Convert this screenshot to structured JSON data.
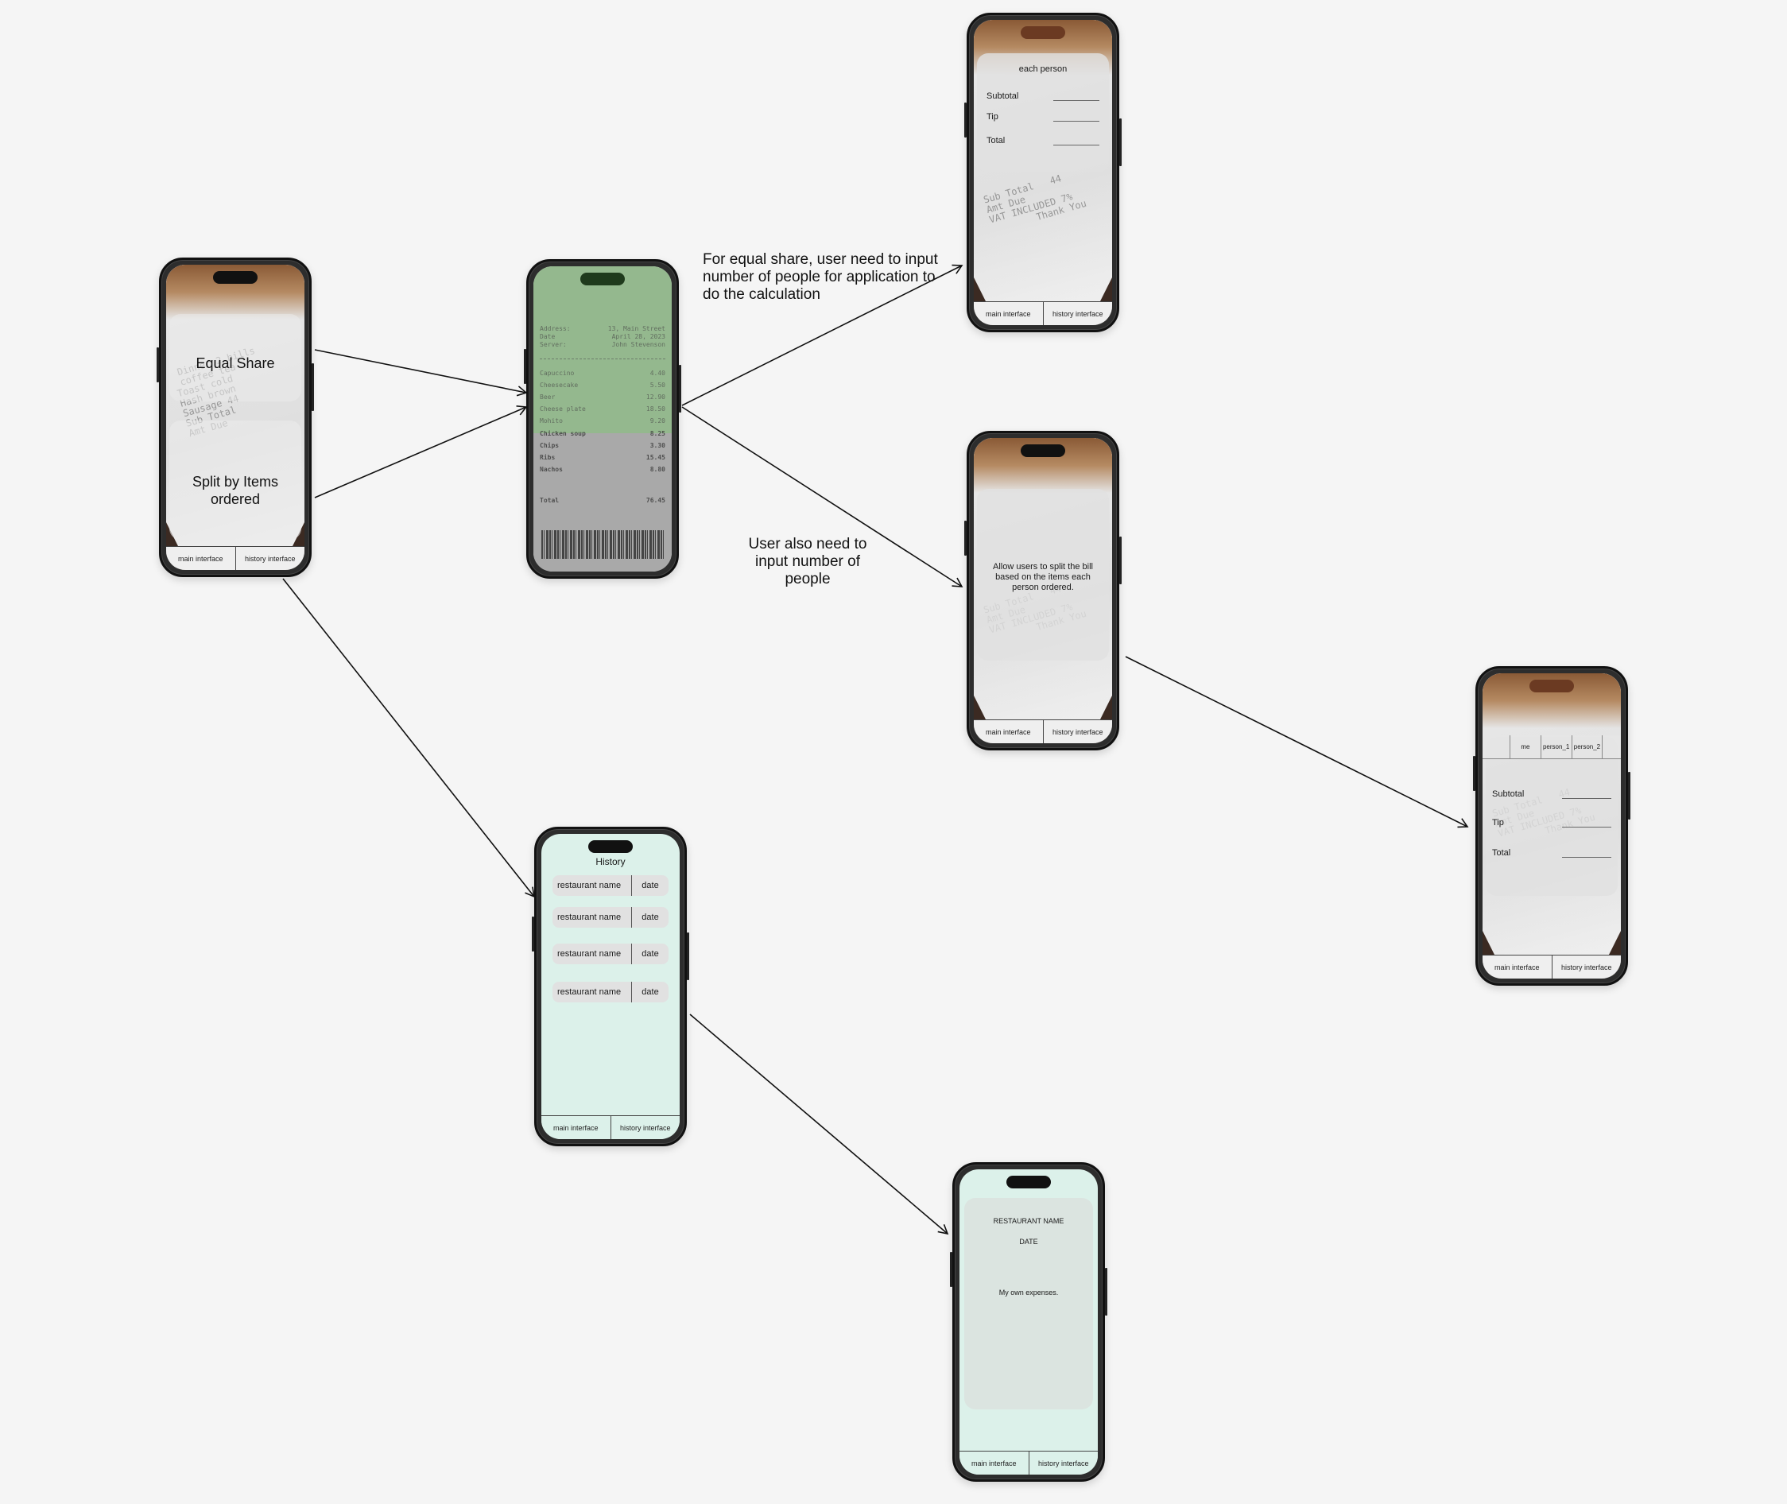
{
  "annotations": {
    "equal_share_note": "For  equal share, user need to input  number of people for application to do the calculation",
    "split_items_note": "User also need to input number of people"
  },
  "tabbar": {
    "main": "main interface",
    "history": "history interface"
  },
  "main_screen": {
    "equal_share": "Equal Share",
    "split_items": "Split by Items ordered"
  },
  "scan_screen": {
    "header_lines": [
      {
        "label": "Address:",
        "value": "13, Main Street"
      },
      {
        "label": "Date",
        "value": "April 28, 2023"
      },
      {
        "label": "Server:",
        "value": "John Stevenson"
      }
    ],
    "items_top": [
      {
        "label": "Capuccino",
        "value": "4.40"
      },
      {
        "label": "Cheesecake",
        "value": "5.50"
      },
      {
        "label": "Beer",
        "value": "12.90"
      },
      {
        "label": "Cheese plate",
        "value": "18.50"
      },
      {
        "label": "Mohito",
        "value": "9.20"
      }
    ],
    "items_bottom": [
      {
        "label": "Chicken soup",
        "value": "8.25"
      },
      {
        "label": "Chips",
        "value": "3.30"
      },
      {
        "label": "Ribs",
        "value": "15.45"
      },
      {
        "label": "Nachos",
        "value": "8.80"
      }
    ],
    "total_label": "Total",
    "total_value": "76.45"
  },
  "equal_result": {
    "title": "each person",
    "subtotal": "Subtotal",
    "tip": "Tip",
    "total": "Total"
  },
  "items_info": {
    "text": "Allow users to split the bill based on the items each person ordered."
  },
  "per_person": {
    "tabs": [
      "me",
      "person_1",
      "person_2"
    ],
    "subtotal": "Subtotal",
    "tip": "Tip",
    "total": "Total"
  },
  "history": {
    "title": "History",
    "rows": [
      {
        "name": "restaurant name",
        "date": "date"
      },
      {
        "name": "restaurant name",
        "date": "date"
      },
      {
        "name": "restaurant name",
        "date": "date"
      },
      {
        "name": "restaurant name",
        "date": "date"
      }
    ]
  },
  "detail": {
    "restaurant": "RESTAURANT NAME",
    "date": "DATE",
    "expenses": "My own expenses."
  }
}
